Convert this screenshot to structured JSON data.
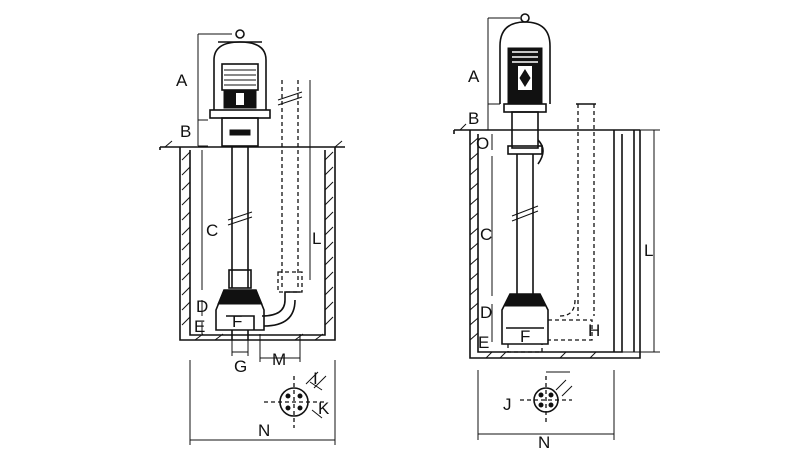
{
  "diagram": {
    "left_pump": {
      "labels": {
        "A": "A",
        "B": "B",
        "C": "C",
        "D": "D",
        "E": "E",
        "F": "F",
        "G": "G",
        "I": "I",
        "K": "K",
        "L": "L",
        "M": "M",
        "N": "N"
      }
    },
    "right_pump": {
      "labels": {
        "A": "A",
        "B": "B",
        "O": "O",
        "C": "C",
        "D": "D",
        "E": "E",
        "F": "F",
        "H": "H",
        "J": "J",
        "L": "L",
        "N": "N"
      }
    }
  },
  "colors": {
    "ink": "#111111",
    "paper": "#ffffff"
  }
}
